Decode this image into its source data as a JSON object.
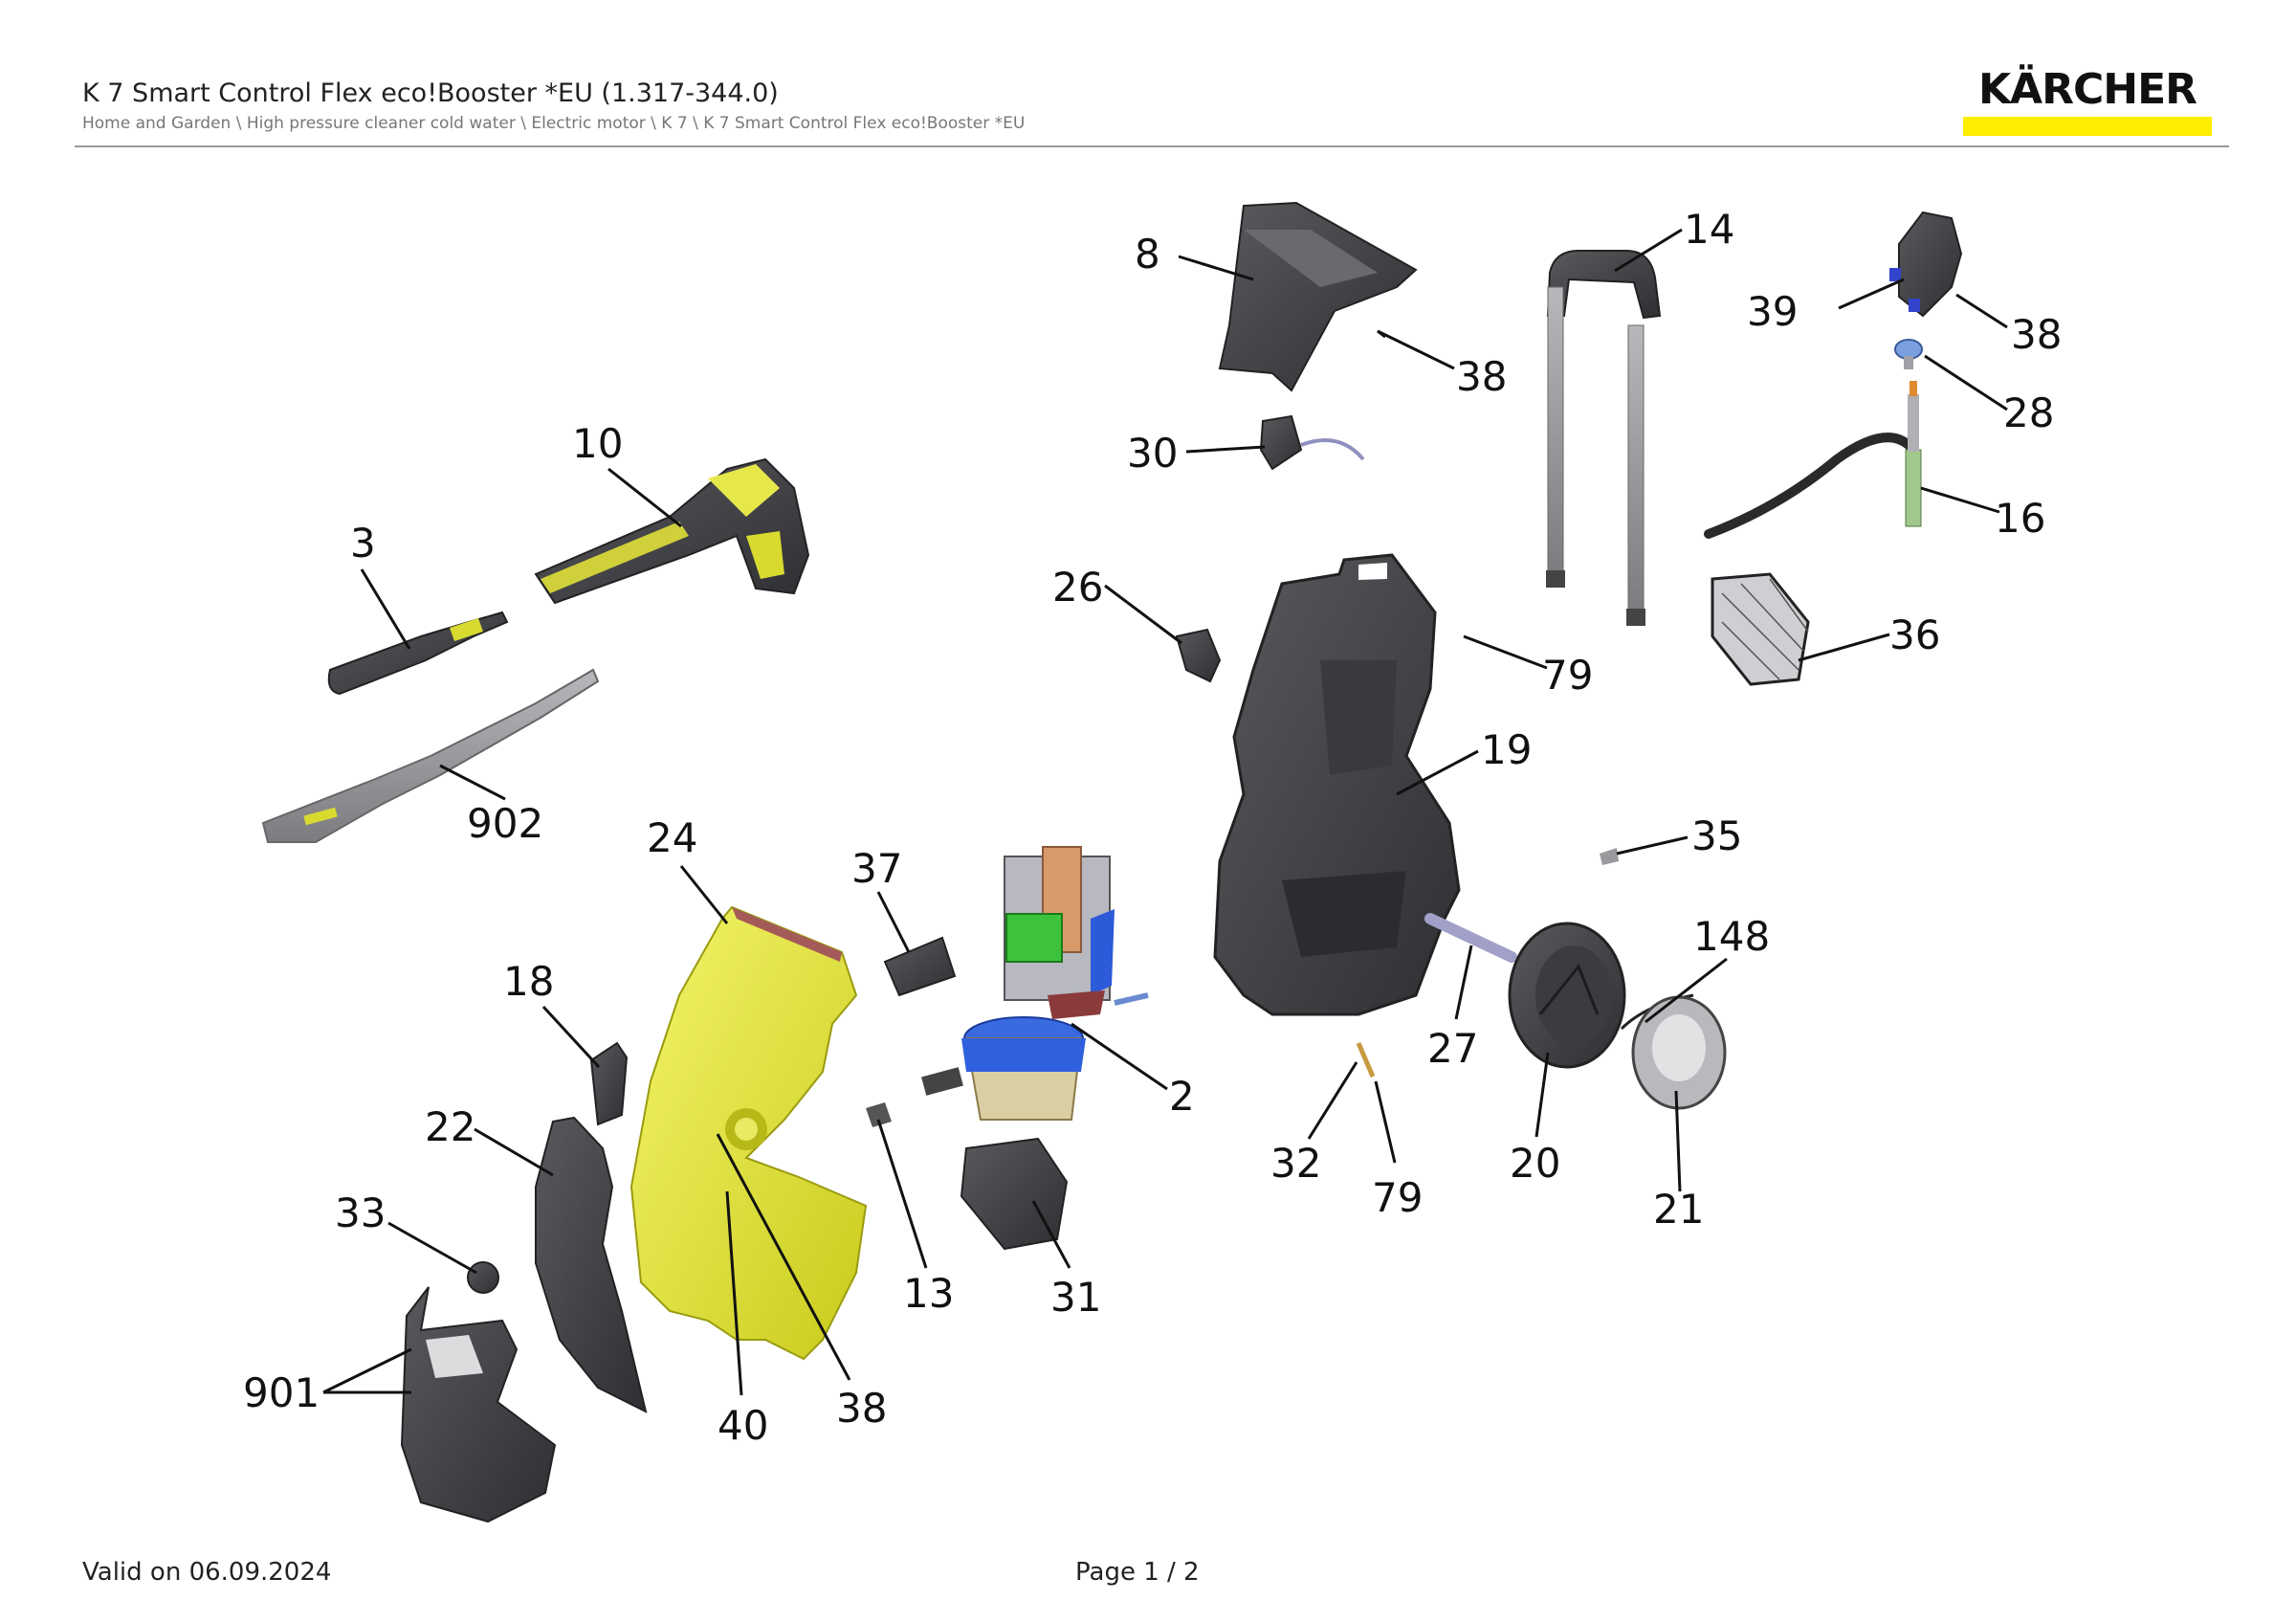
{
  "header": {
    "title": "K 7 Smart Control Flex eco!Booster *EU (1.317-344.0)",
    "breadcrumb": "Home and Garden \\ High pressure cleaner cold water \\ Electric motor \\ K 7 \\ K 7 Smart Control Flex eco!Booster *EU",
    "logo": "KÄRCHER"
  },
  "parts": {
    "p8": "8",
    "p14": "14",
    "p39": "39",
    "p38a": "38",
    "p38b": "38",
    "p28": "28",
    "p16": "16",
    "p10": "10",
    "p3": "3",
    "p30": "30",
    "p26": "26",
    "p79a": "79",
    "p36": "36",
    "p19": "19",
    "p902": "902",
    "p24": "24",
    "p37": "37",
    "p35": "35",
    "p148": "148",
    "p18": "18",
    "p2": "2",
    "p27": "27",
    "p22": "22",
    "p32": "32",
    "p20": "20",
    "p79b": "79",
    "p21": "21",
    "p33": "33",
    "p13": "13",
    "p31": "31",
    "p901": "901",
    "p40": "40",
    "p38c": "38"
  },
  "footer": {
    "valid": "Valid on 06.09.2024",
    "page": "Page 1 / 2"
  },
  "colors": {
    "brand_yellow": "#ffed00",
    "part_yellow": "#e3e62a",
    "part_dark": "#4a4a4d",
    "part_grey": "#9a9a9e"
  }
}
